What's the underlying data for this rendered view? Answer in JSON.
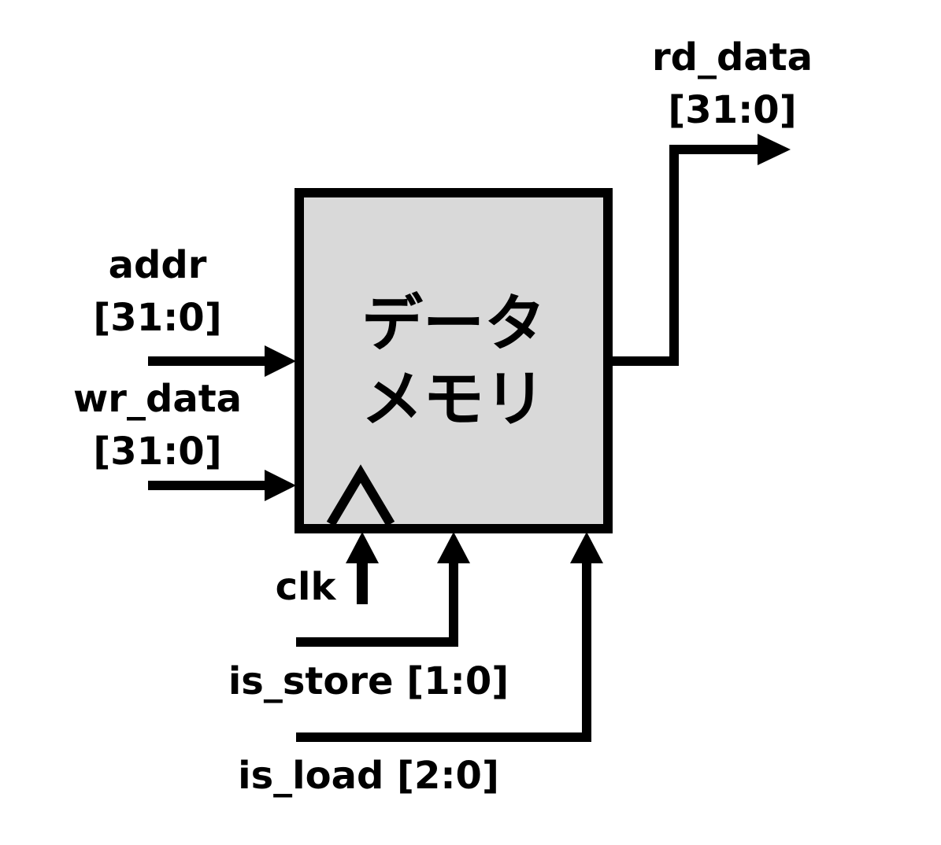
{
  "block": {
    "title_line1": "データ",
    "title_line2": "メモリ",
    "fill": "#d9d9d9",
    "stroke": "#000000"
  },
  "inputs": {
    "addr_name": "addr",
    "addr_width": "[31:0]",
    "wr_data_name": "wr_data",
    "wr_data_width": "[31:0]",
    "clk": "clk",
    "is_store": "is_store [1:0]",
    "is_load": "is_load [2:0]"
  },
  "outputs": {
    "rd_data_name": "rd_data",
    "rd_data_width": "[31:0]"
  }
}
